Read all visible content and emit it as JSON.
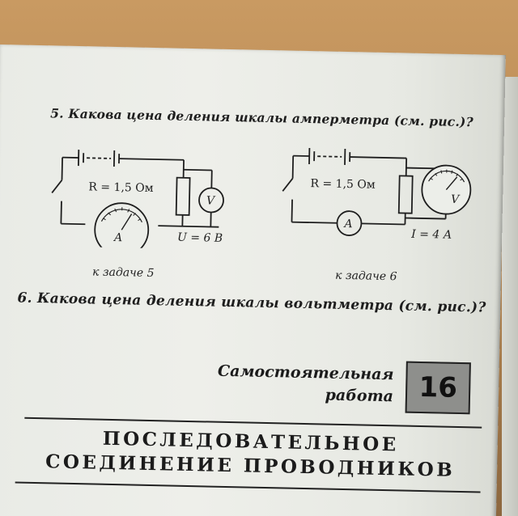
{
  "question5": {
    "number": "5.",
    "text": "Какова цена деления шкалы амперметра (см. рис.)?"
  },
  "question6": {
    "number": "6.",
    "text": "Какова цена деления шкалы вольтметра (см. рис.)?"
  },
  "figure5": {
    "resistor_label": "R = 1,5 Ом",
    "voltmeter_letter": "V",
    "ammeter_letter": "A",
    "voltage_label": "U = 6 В",
    "caption": "к задаче 5"
  },
  "figure6": {
    "resistor_label": "R = 1,5 Ом",
    "voltmeter_letter": "V",
    "ammeter_letter": "A",
    "current_label": "I = 4 А",
    "caption": "к задаче 6"
  },
  "work": {
    "title_line1": "Самостоятельная",
    "title_line2": "работа",
    "number": "16"
  },
  "section": {
    "line1": "ПОСЛЕДОВАТЕЛЬНОЕ",
    "line2": "СОЕДИНЕНИЕ ПРОВОДНИКОВ"
  }
}
